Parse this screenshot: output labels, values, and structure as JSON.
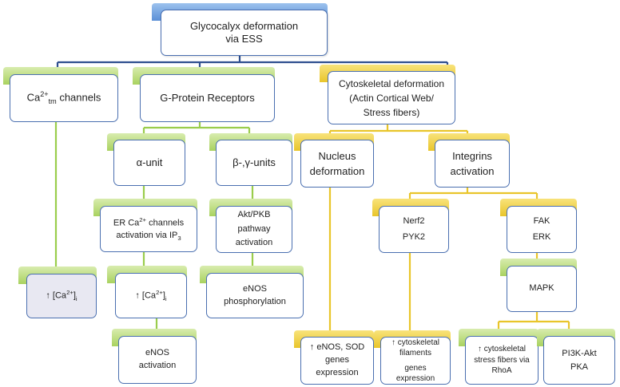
{
  "colors": {
    "blue_connector": "#2f4f8f",
    "green_connector": "#9acd4c",
    "gold_connector": "#e9c52a"
  },
  "nodes": {
    "root": {
      "line1": "Glycocalyx deformation",
      "line2": "via ESS"
    },
    "ca_channels": {
      "pre": "Ca",
      "sup": "2+",
      "sub": "tm",
      "post": " channels"
    },
    "gpr": {
      "label": "G-Protein Receptors"
    },
    "cyto": {
      "line1": "Cytoskeletal deformation",
      "line2": "(Actin Cortical Web/",
      "line3": "Stress fibers)"
    },
    "alpha": {
      "label": "α-unit"
    },
    "beta": {
      "label": "β-,γ-units"
    },
    "nucleus": {
      "line1": "Nucleus",
      "line2": "deformation"
    },
    "integrins": {
      "line1": "Integrins",
      "line2": "activation"
    },
    "er_ca": {
      "pre": "ER Ca",
      "sup": "2+",
      "post": " channels",
      "line2_pre": "activation via IP",
      "line2_sub": "3"
    },
    "akt": {
      "line1": "Akt/PKB",
      "line2": "pathway",
      "line3": "activation"
    },
    "nerf2": {
      "line1": "Nerf2",
      "line2": "PYK2"
    },
    "fak": {
      "line1": "FAK",
      "line2": "ERK"
    },
    "ca_i_left": {
      "pre": "↑ [Ca",
      "sup": "2+",
      "mid": "]",
      "sub": "i"
    },
    "ca_i_mid": {
      "pre": "↑ [Ca",
      "sup": "2+",
      "mid": "]",
      "sub": "i"
    },
    "enos_phos": {
      "line1": "eNOS",
      "line2": "phosphorylation"
    },
    "mapk": {
      "label": "MAPK"
    },
    "enos_act": {
      "line1": "eNOS",
      "line2": "activation"
    },
    "enos_sod": {
      "line1": "↑ eNOS, SOD",
      "line2": "genes",
      "line3": "expression"
    },
    "cyto_filaments": {
      "line1": "↑ cytoskeletal",
      "line2": "filaments",
      "line3": "genes",
      "line4": "expression"
    },
    "stress_fibers": {
      "line1": "↑ cytoskeletal",
      "line2": "stress fibers via",
      "line3": "RhoA"
    },
    "pi3k": {
      "line1": "PI3K-Akt",
      "line2": "PKA"
    }
  }
}
